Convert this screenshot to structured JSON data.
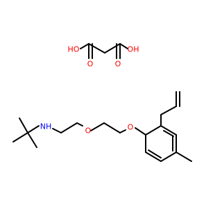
{
  "colors": {
    "bond": "#000000",
    "oxygen": "#ff0000",
    "nitrogen": "#0000ff"
  },
  "atoms": {
    "oxalic_ho_left": "HO",
    "oxalic_oh_right": "OH",
    "oxalic_o_lower_left": "O",
    "oxalic_o_lower_right": "O",
    "amine_nh": "NH",
    "ether_o_1": "O",
    "ether_o_2": "O"
  }
}
